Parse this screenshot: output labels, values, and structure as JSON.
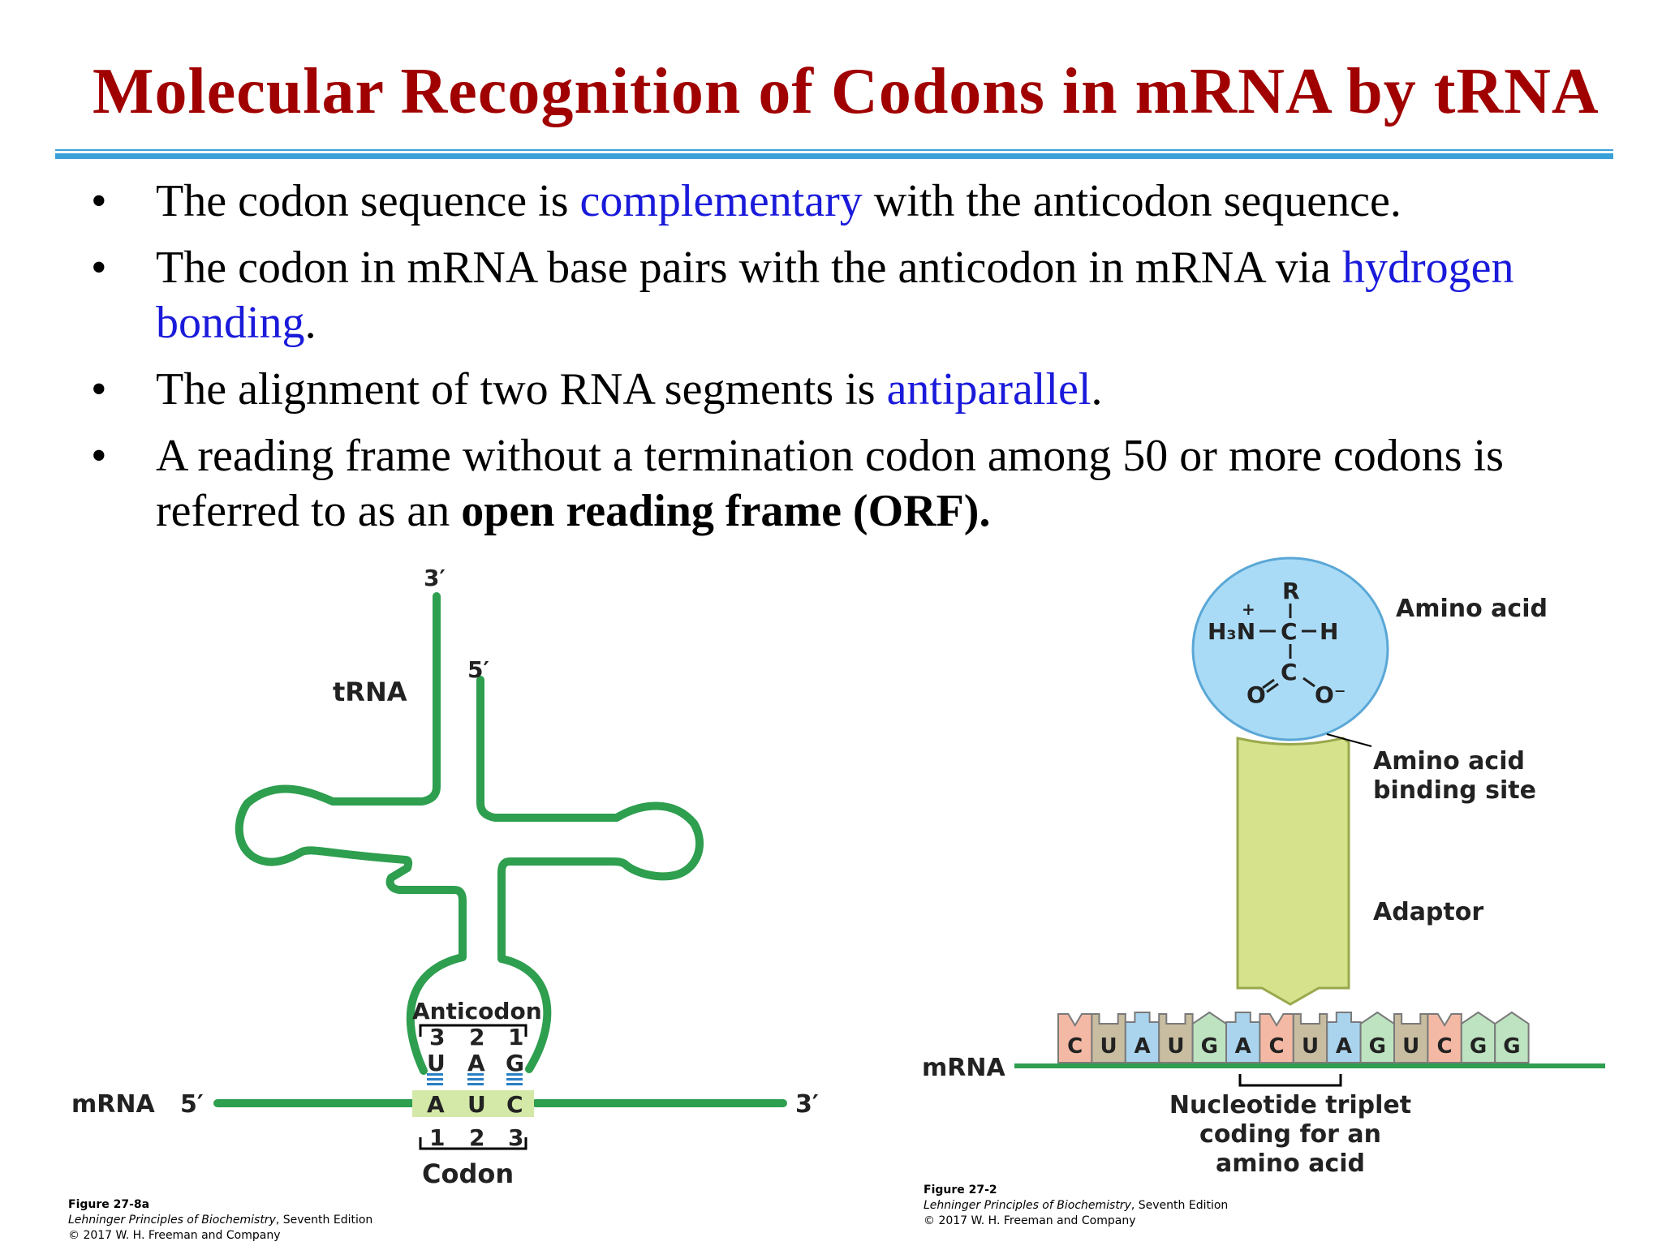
{
  "slide": {
    "title": "Molecular Recognition of Codons in mRNA by tRNA",
    "bullets": [
      {
        "pre": "The codon sequence is ",
        "em": "complementary",
        "post": " with the anticodon sequence."
      },
      {
        "pre": "The codon in mRNA base pairs with the anticodon in mRNA via ",
        "em": "hydrogen bonding",
        "post": "."
      },
      {
        "pre": "The alignment of two RNA segments is ",
        "em": "antiparallel",
        "post": "."
      },
      {
        "pre": "A reading frame without a termination codon among 50 or more codons is referred to as an ",
        "strong": "open reading frame (ORF)."
      }
    ]
  },
  "figure_left": {
    "three_prime_top": "3′",
    "five_prime_top": "5′",
    "trna_label": "tRNA",
    "anticodon_label": "Anticodon",
    "anticodon_numbers": [
      "3",
      "2",
      "1"
    ],
    "anticodon_bases": [
      "U",
      "A",
      "G"
    ],
    "codon_bases": [
      "A",
      "U",
      "C"
    ],
    "codon_numbers": [
      "1",
      "2",
      "3"
    ],
    "codon_label": "Codon",
    "mrna_label": "mRNA",
    "mrna_5": "5′",
    "mrna_3": "3′",
    "fig_number": "Figure 27-8a",
    "book": "Lehninger Principles of Biochemistry",
    "edition": ", Seventh Edition",
    "copyright": "© 2017 W. H. Freeman and Company"
  },
  "figure_right": {
    "amino_acid_label": "Amino acid",
    "binding_site_label_1": "Amino acid",
    "binding_site_label_2": "binding site",
    "adaptor_label": "Adaptor",
    "mrna_label": "mRNA",
    "nucleotides": [
      "C",
      "U",
      "A",
      "U",
      "G",
      "A",
      "C",
      "U",
      "A",
      "G",
      "U",
      "C",
      "G",
      "G"
    ],
    "nucleotide_colors": {
      "C": "#f4b9a4",
      "U": "#c8bda0",
      "A": "#aad4ee",
      "G": "#bde3c0"
    },
    "triplet_label_1": "Nucleotide triplet",
    "triplet_label_2": "coding for an",
    "triplet_label_3": "amino acid",
    "chem": {
      "R": "R",
      "plus": "+",
      "H3N": "H₃N",
      "C": "C",
      "H": "H",
      "O": "O",
      "O_minus": "O⁻"
    },
    "fig_number": "Figure 27-2",
    "book": "Lehninger Principles of Biochemistry",
    "edition": ", Seventh Edition",
    "copyright": "© 2017 W. H. Freeman and Company"
  },
  "colors": {
    "title": "#a00000",
    "accent": "#3aa0d8",
    "emphasis": "#1a1adb",
    "strand": "#2e9e4f",
    "pair_box": "#d4e8a8",
    "adaptor": "#d6e38c",
    "amino_circle": "#a9dbf6"
  }
}
